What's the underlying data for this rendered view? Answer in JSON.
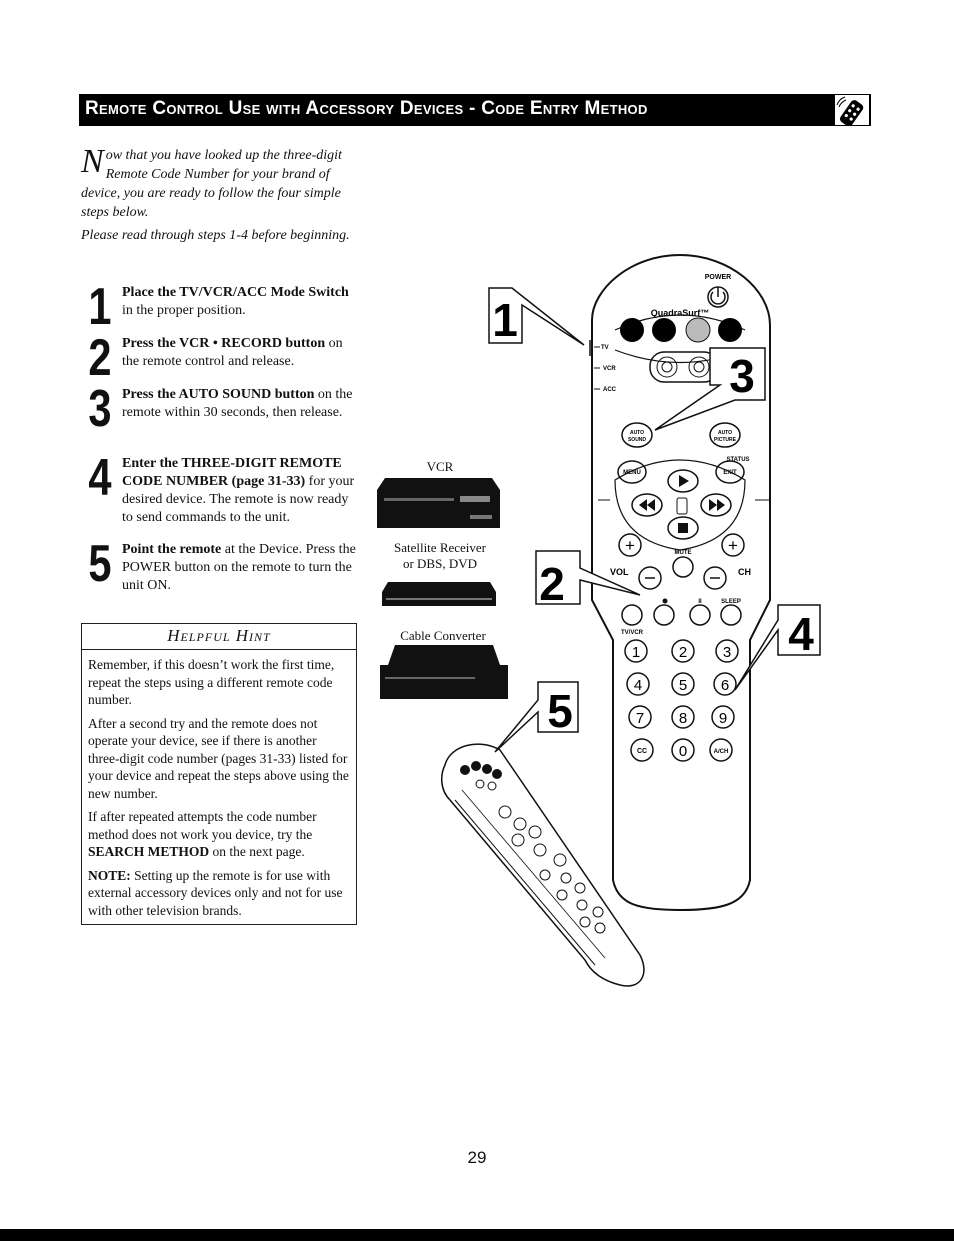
{
  "header": {
    "title": "Remote Control Use with Accessory Devices - Code Entry Method",
    "icon": "remote-signal-icon"
  },
  "intro": {
    "dropcap": "N",
    "text": "ow that you have looked up the three-digit Remote Code Number for your brand of device, you are ready to follow the four simple steps below.",
    "note": "Please read through steps 1-4 before beginning."
  },
  "steps": [
    {
      "num": "1",
      "bold": "Place the TV/VCR/ACC Mode Switch",
      "rest": " in the proper position."
    },
    {
      "num": "2",
      "bold": "Press the VCR • RECORD button",
      "rest": " on the remote control and release."
    },
    {
      "num": "3",
      "bold": "Press the AUTO SOUND button",
      "rest": " on the remote within 30 seconds, then release."
    },
    {
      "num": "4",
      "bold": "Enter the THREE-DIGIT REMOTE CODE NUMBER (page 31-33)",
      "rest": " for your desired device. The remote is now ready to send commands to the unit."
    },
    {
      "num": "5",
      "bold": "Point the remote",
      "rest": " at the Device. Press the POWER button on the remote to turn the unit ON."
    }
  ],
  "hint": {
    "title": "Helpful Hint",
    "p1": "Remember, if this doesn’t work the first time, repeat the steps using a different remote code number.",
    "p2": "After a second try and the remote does not operate your device, see if there is another three-digit code number (pages 31-33) listed for your device and repeat the steps above using the new number.",
    "p3_a": "If after repeated attempts the code number method does not work you device, try the ",
    "p3_b": "SEARCH METHOD",
    "p3_c": " on the next page.",
    "p4_a": "NOTE:",
    "p4_b": " Setting up the remote is for use with external accessory devices only and not for use with other television brands."
  },
  "devices": {
    "vcr": "VCR",
    "satellite_line1": "Satellite Receiver",
    "satellite_line2": "or DBS, DVD",
    "cable": "Cable Converter"
  },
  "remote": {
    "power": "POWER",
    "brand": "QuadraSurf™",
    "mode_tv": "TV",
    "mode_vcr": "VCR",
    "mode_acc": "ACC",
    "auto_sound_1": "AUTO",
    "auto_sound_2": "SOUND",
    "auto_picture_1": "AUTO",
    "auto_picture_2": "PICTURE",
    "status": "STATUS",
    "menu": "MENU",
    "exit": "EXIT",
    "mute": "MUTE",
    "vol": "VOL",
    "ch": "CH",
    "pause": "II",
    "sleep": "SLEEP",
    "tvvcr": "TV/VCR",
    "digits": [
      "1",
      "2",
      "3",
      "4",
      "5",
      "6",
      "7",
      "8",
      "9"
    ],
    "cc": "CC",
    "zero": "0",
    "ach": "A/CH"
  },
  "callouts": [
    "1",
    "2",
    "3",
    "4",
    "5"
  ],
  "page_number": "29"
}
